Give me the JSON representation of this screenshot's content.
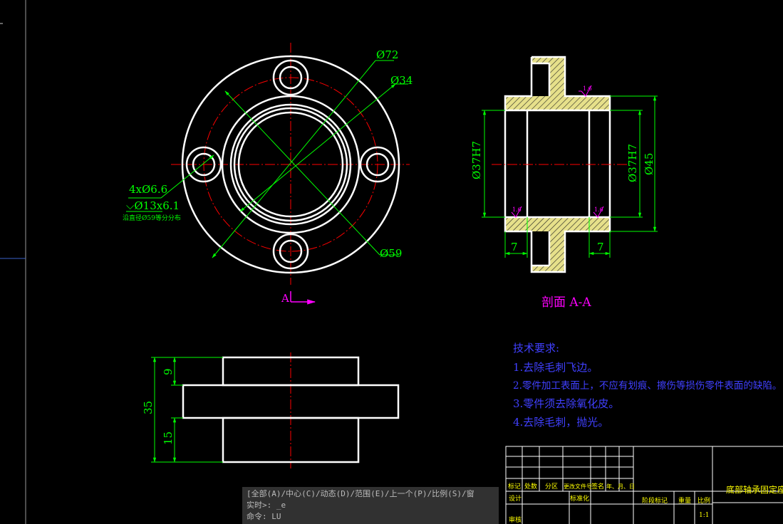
{
  "drawing": {
    "title": "底部轴承固定座",
    "section_label": "剖面 A-A",
    "section_arrow_label": "A",
    "colors": {
      "background": "#000000",
      "outline": "#ffffff",
      "center_line": "#ff0000",
      "dimension": "#00ff00",
      "hatch": "#ffff00",
      "text_magenta": "#ff00ff",
      "text_blue": "#4040ff"
    }
  },
  "front_view": {
    "dim_od": "Ø72",
    "dim_bore": "Ø34",
    "dim_pcd": "Ø59",
    "hole_note_1": "4xØ6.6",
    "hole_note_2": "⌵Ø13x6.1",
    "hole_note_3": "沿直径Ø59等分分布"
  },
  "section_view": {
    "dim_left": "Ø37H7",
    "dim_right_inner": "Ø37H7",
    "dim_right_outer": "Ø45",
    "dim_bottom_left": "7",
    "dim_bottom_right": "7",
    "roughness_top": "1.6",
    "roughness_bl": "1.6",
    "roughness_br": "1.6"
  },
  "side_view": {
    "dim_total": "35",
    "dim_top": "9",
    "dim_bottom": "15"
  },
  "tech_req": {
    "heading": "技术要求:",
    "items": [
      "1.去除毛刺飞边。",
      "2.零件加工表面上，不应有划痕、擦伤等损伤零件表面的缺陷。",
      "3.零件须去除氧化皮。",
      "4.去除毛刺，抛光。"
    ]
  },
  "title_block": {
    "h_mark": "标记",
    "h_count": "处数",
    "h_zone": "分区",
    "h_doc": "更改文件号",
    "h_sign": "签名",
    "h_date": "年、月、日",
    "design": "设计",
    "standard": "标准化",
    "review": "审核",
    "stage_mark": "阶段标记",
    "weight": "重量",
    "scale_label": "比例",
    "scale_value": "1:1"
  },
  "command_line": {
    "line1": "[全部(A)/中心(C)/动态(D)/范围(E)/上一个(P)/比例(S)/窗",
    "line2": "实时>: _e",
    "line3": "命令: LU"
  }
}
